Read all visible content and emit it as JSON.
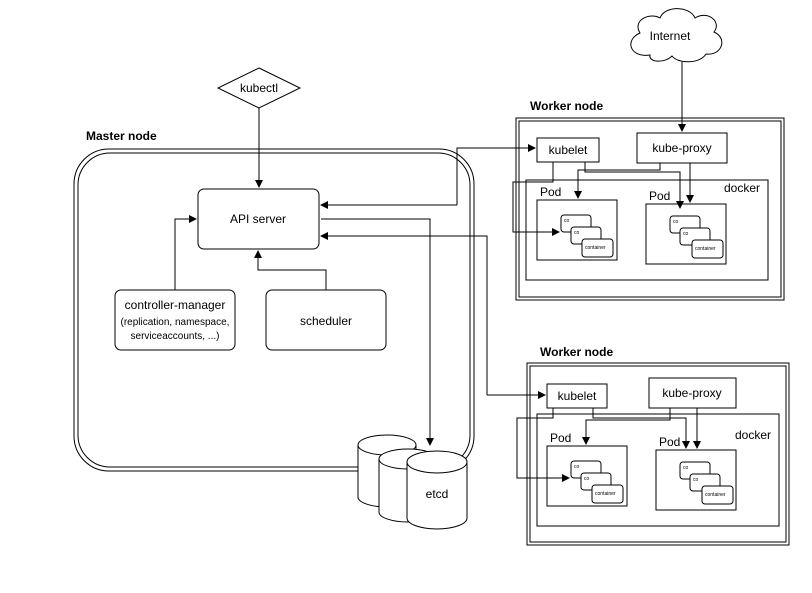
{
  "internet": {
    "label": "Internet"
  },
  "kubectl": {
    "label": "kubectl"
  },
  "master": {
    "title": "Master node",
    "api_server": "API server",
    "controller_manager": {
      "title": "controller-manager",
      "line2": "(replication, namespace,",
      "line3": "serviceaccounts, ...)"
    },
    "scheduler": "scheduler",
    "etcd": "etcd"
  },
  "workers": [
    {
      "title": "Worker node",
      "kubelet": "kubelet",
      "kube_proxy": "kube-proxy",
      "docker": "docker",
      "pods": [
        {
          "label": "Pod",
          "container": "container",
          "co": "co"
        },
        {
          "label": "Pod",
          "container": "container",
          "co": "co"
        }
      ]
    },
    {
      "title": "Worker node",
      "kubelet": "kubelet",
      "kube_proxy": "kube-proxy",
      "docker": "docker",
      "pods": [
        {
          "label": "Pod",
          "container": "container",
          "co": "co"
        },
        {
          "label": "Pod",
          "container": "container",
          "co": "co"
        }
      ]
    }
  ]
}
